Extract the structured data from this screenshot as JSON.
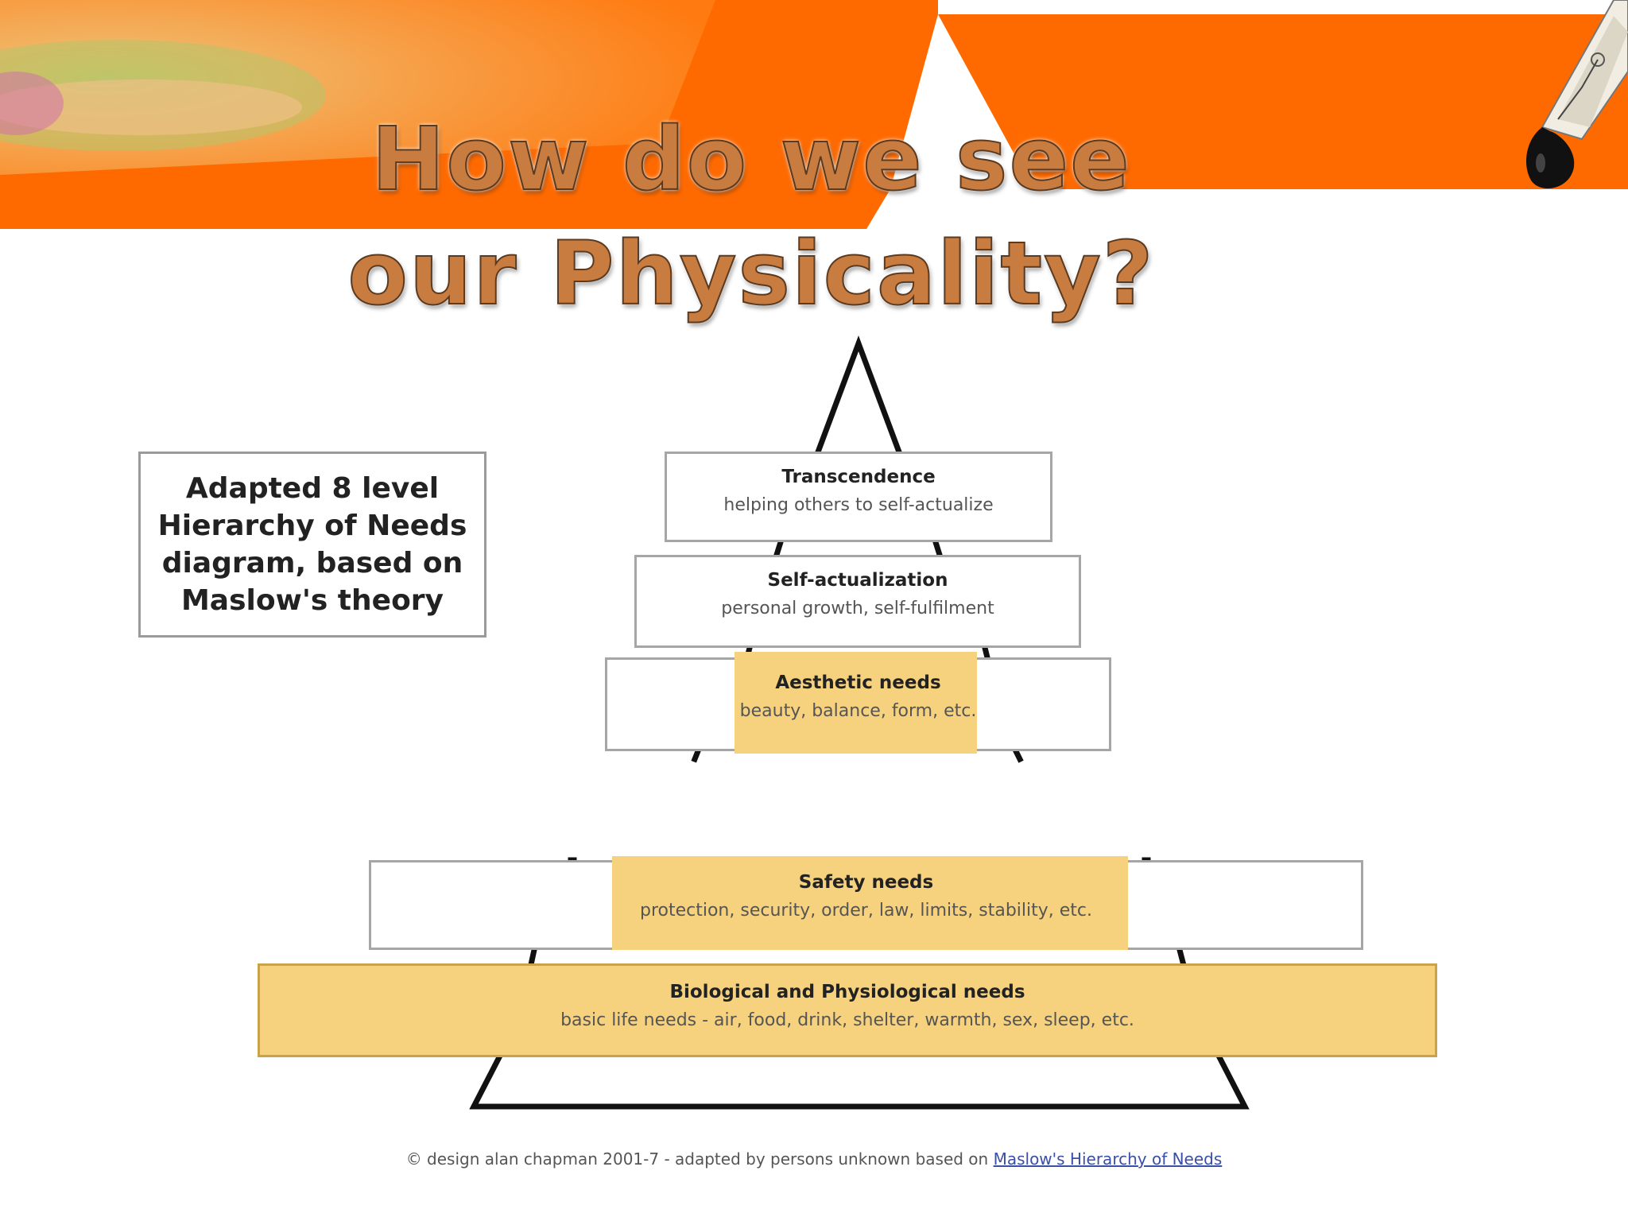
{
  "title": {
    "line1": "How do we see",
    "line2": "our Physicality?"
  },
  "note": "Adapted 8 level Hierarchy of Needs diagram, based on Maslow's theory",
  "levels": [
    {
      "title": "Transcendence",
      "desc": "helping others to self-actualize"
    },
    {
      "title": "Self-actualization",
      "desc": "personal growth, self-fulfilment"
    },
    {
      "title": "Aesthetic needs",
      "desc": "beauty, balance, form, etc."
    },
    {
      "title": "Safety needs",
      "desc": "protection, security, order, law, limits, stability, etc."
    },
    {
      "title": "Biological and Physiological needs",
      "desc": "basic life needs - air, food, drink, shelter, warmth, sex, sleep, etc."
    }
  ],
  "credit": {
    "text": "© design alan chapman 2001-7 - adapted by persons unknown based on ",
    "link": "Maslow's Hierarchy of Needs"
  },
  "colors": {
    "banner_orange": "#ff6a00",
    "highlight": "#f6d27e",
    "title_fill": "#c97c3f"
  }
}
